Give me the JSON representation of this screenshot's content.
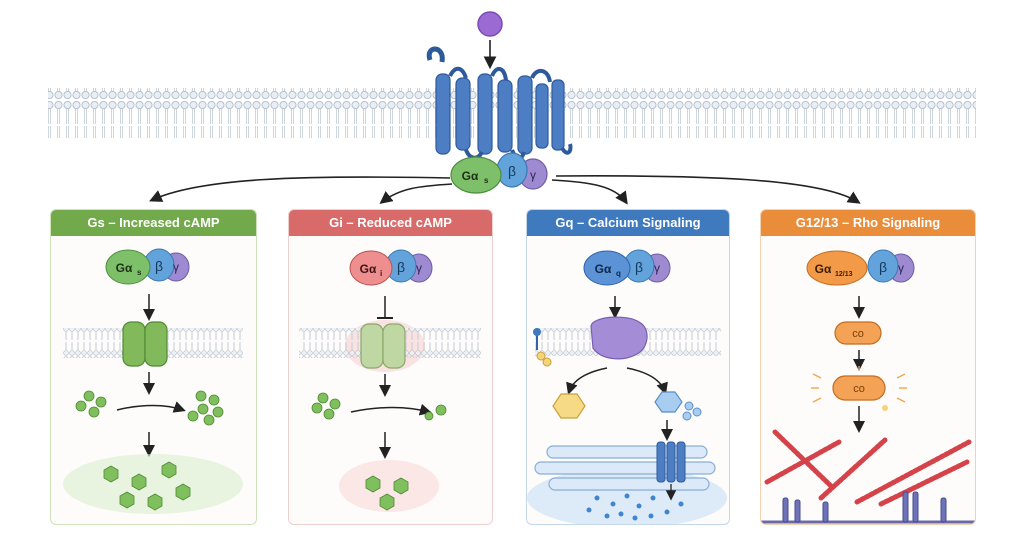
{
  "receptor": {
    "g_alpha": "Gα",
    "g_alpha_sub": "s",
    "g_beta": "β",
    "g_gamma": "γ"
  },
  "panels": [
    {
      "title": "Gs – Increased cAMP",
      "alpha": "Gα",
      "alpha_sub": "s",
      "beta": "β",
      "gamma": "γ",
      "color": "#72a94a"
    },
    {
      "title": "Gi – Reduced cAMP",
      "alpha": "Gα",
      "alpha_sub": "i",
      "beta": "β",
      "gamma": "γ",
      "color": "#d96a6a"
    },
    {
      "title": "Gq – Calcium Signaling",
      "alpha": "Gα",
      "alpha_sub": "q",
      "beta": "β",
      "gamma": "γ",
      "color": "#3f79be"
    },
    {
      "title": "G12/13 – Rho Signaling",
      "alpha": "Gα",
      "alpha_sub": "12/13",
      "beta": "β",
      "gamma": "γ",
      "color": "#ea8d3a"
    }
  ]
}
